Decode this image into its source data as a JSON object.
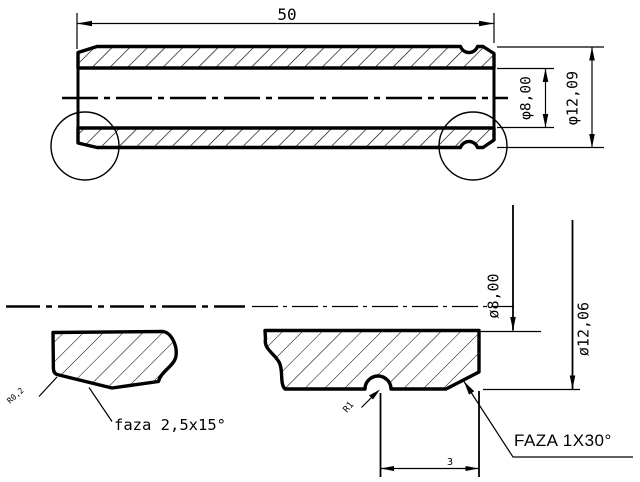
{
  "meta": {
    "type": "technical drawing - hollow pin / tube section with chamfer details",
    "background_color": "#ffffff",
    "line_color": "#000000"
  },
  "top_view": {
    "length_dim": "50",
    "inner_diameter_dim": "φ8,00",
    "outer_diameter_dim": "φ12,09"
  },
  "left_detail": {
    "corner_radius_label": "R0,2",
    "chamfer_label": "faza 2,5x15°"
  },
  "right_detail": {
    "groove_radius_label": "R1",
    "groove_position_dim": "3",
    "inner_diameter_dim": "ø8,00",
    "outer_diameter_dim": "ø12,06",
    "chamfer_label": "FAZA 1X30°"
  }
}
